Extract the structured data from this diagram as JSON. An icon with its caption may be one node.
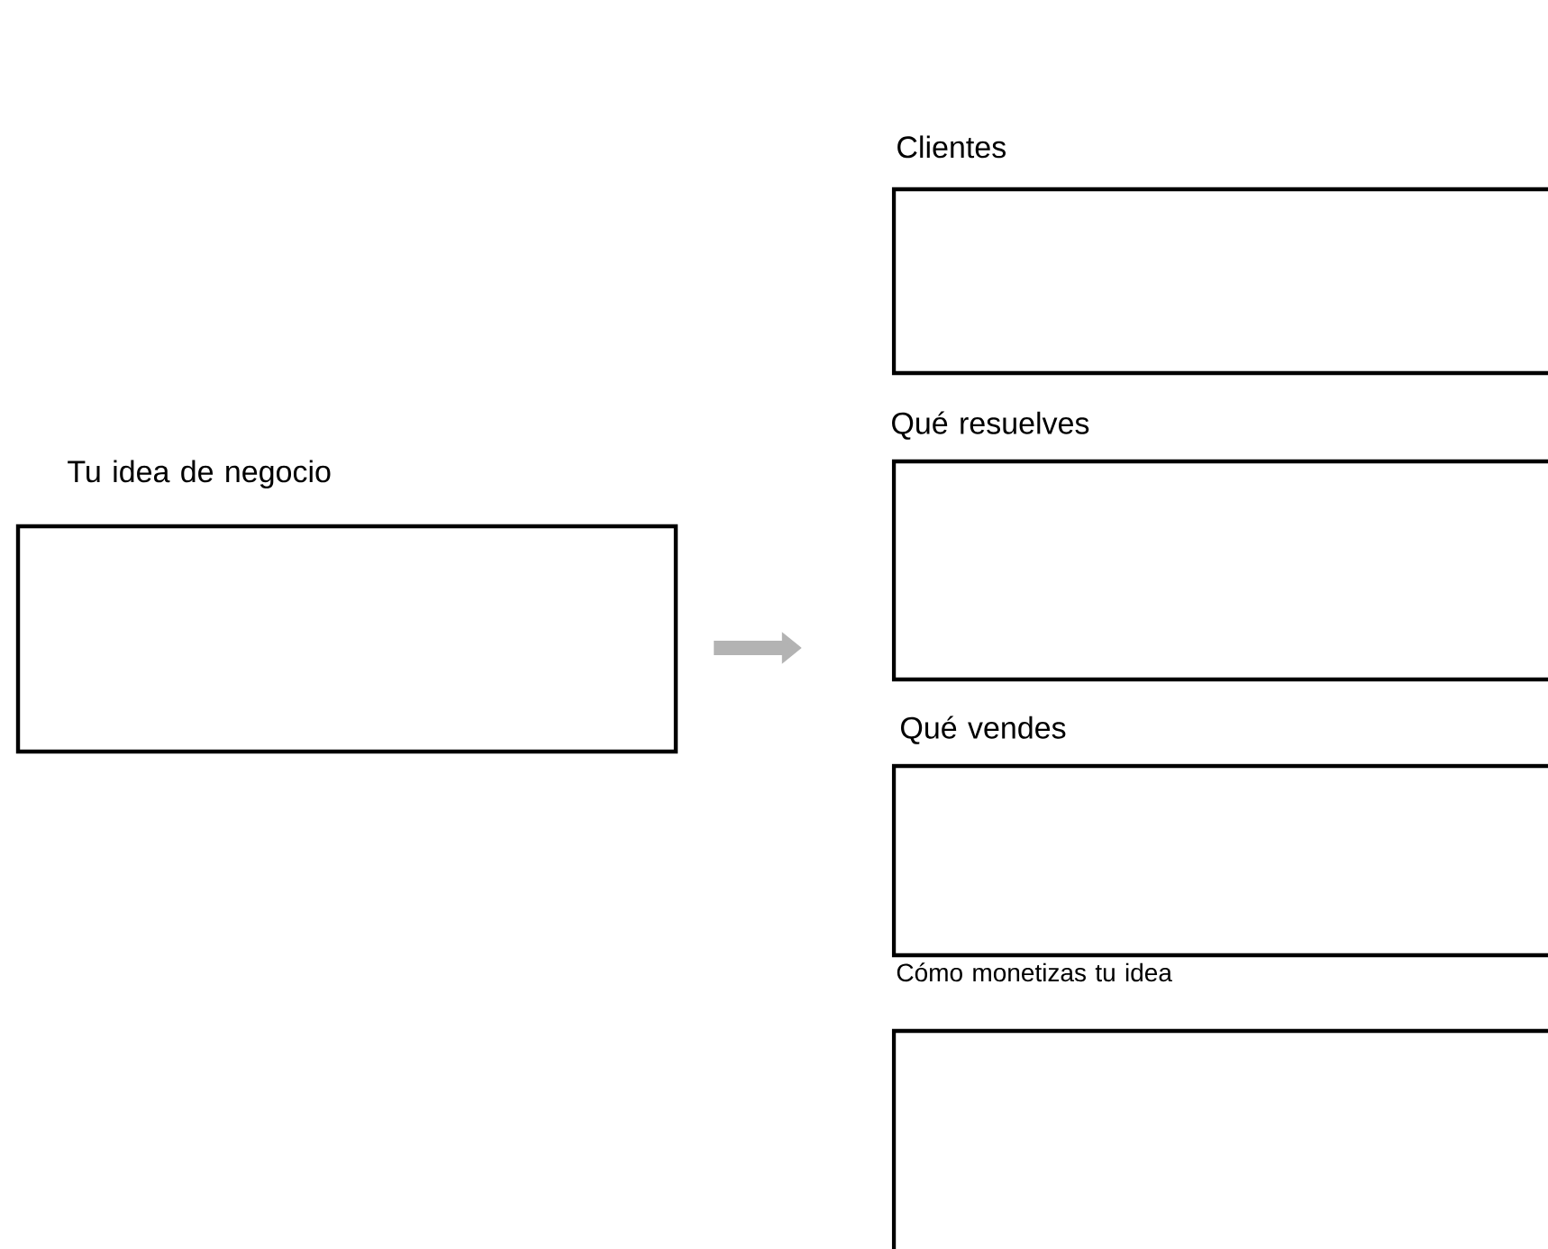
{
  "diagram": {
    "nodes": [
      {
        "text": [
          "Tu idea de negocio"
        ]
      },
      {
        "text": [
          "Clientes"
        ]
      },
      {
        "text": [
          "Qué resuelves"
        ]
      },
      {
        "text": [
          "Qué vendes"
        ]
      },
      {
        "text": [
          "Cómo monetizas tu idea"
        ]
      }
    ],
    "edges": [
      {
        "from": 0,
        "to": 2,
        "arrow": "to"
      }
    ]
  }
}
